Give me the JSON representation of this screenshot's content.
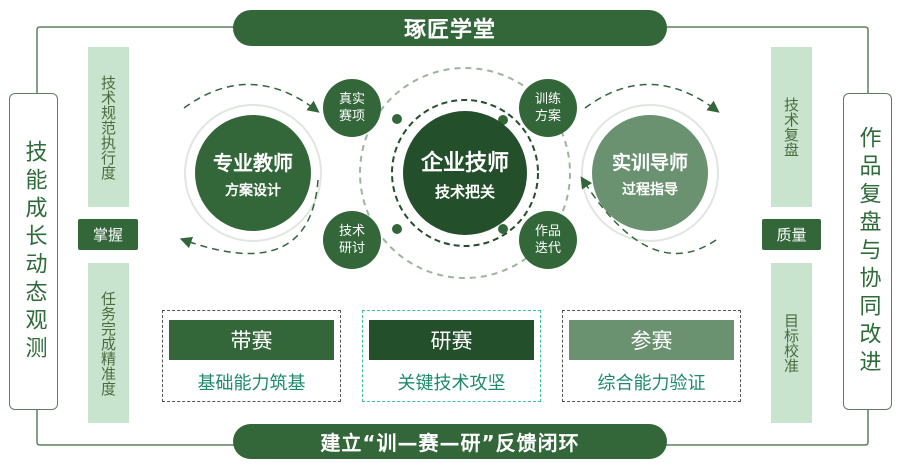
{
  "title": "琢匠学堂",
  "footer": "建立“训—赛—研”反馈闭环",
  "left_panel": {
    "label": "技能成长动态观测",
    "bar_top": "技术规范执行度",
    "tag": "掌握",
    "bar_bottom": "任务完成精准度"
  },
  "right_panel": {
    "label": "作品复盘与协同改进",
    "bar_top": "技术复盘",
    "tag": "质量",
    "bar_bottom": "目标校准"
  },
  "circles": {
    "left": {
      "title": "专业教师",
      "sub": "方案设计"
    },
    "center": {
      "title": "企业技师",
      "sub": "技术把关"
    },
    "right": {
      "title": "实训导师",
      "sub": "过程指导"
    }
  },
  "nodes": [
    {
      "l1": "真实",
      "l2": "赛项"
    },
    {
      "l1": "技术",
      "l2": "研讨"
    },
    {
      "l1": "训练",
      "l2": "方案"
    },
    {
      "l1": "作品",
      "l2": "迭代"
    }
  ],
  "cards": [
    {
      "title": "带赛",
      "desc": "基础能力筑基",
      "color": "#33673a"
    },
    {
      "title": "研赛",
      "desc": "关键技术攻坚",
      "color": "#244f2b"
    },
    {
      "title": "参赛",
      "desc": "综合能力验证",
      "color": "#6a9270"
    }
  ]
}
